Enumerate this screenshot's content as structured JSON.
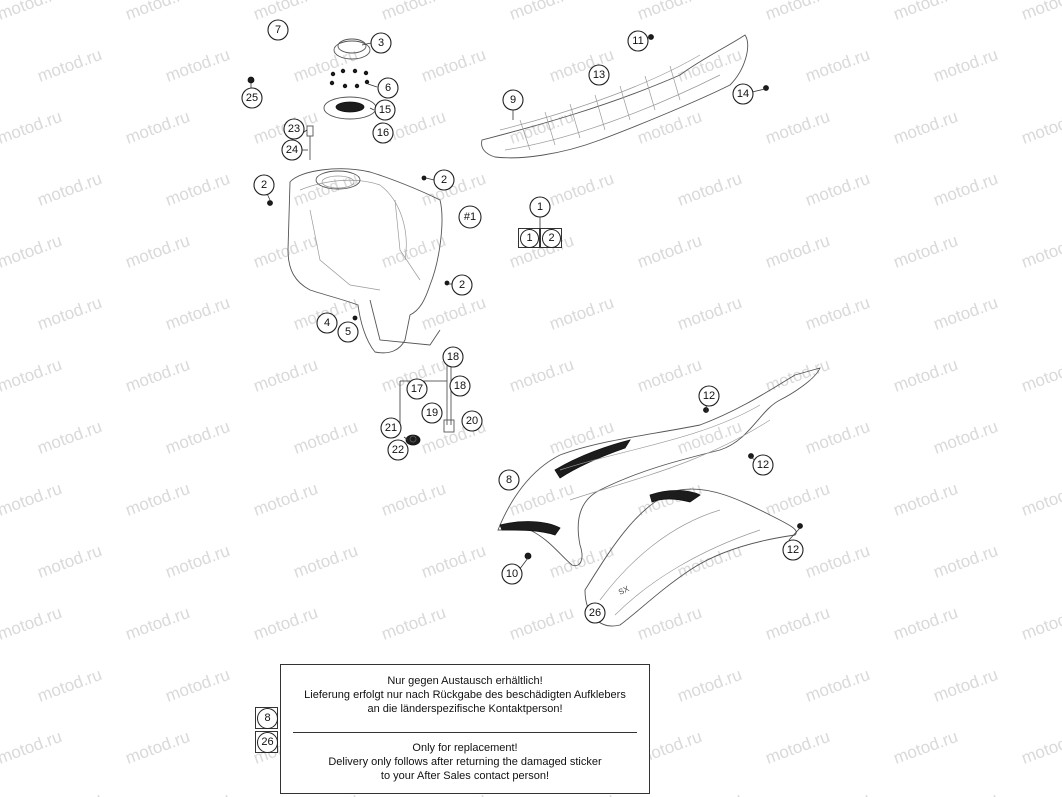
{
  "watermark": "motod.ru",
  "callouts": {
    "c1": "1",
    "c2a": "2",
    "c2b": "2",
    "c2c": "2",
    "c3": "3",
    "c4": "4",
    "c5": "5",
    "c6": "6",
    "c7": "7",
    "c8": "8",
    "c9": "9",
    "c10": "10",
    "c11": "11",
    "c12a": "12",
    "c12b": "12",
    "c12c": "12",
    "c13": "13",
    "c14": "14",
    "c15": "15",
    "c16": "16",
    "c17": "17",
    "c18a": "18",
    "c18b": "18",
    "c19": "19",
    "c20": "20",
    "c21": "21",
    "c22": "22",
    "c23": "23",
    "c24": "24",
    "c25": "25",
    "c26": "26",
    "chash1": "#1"
  },
  "set_refs": [
    "1",
    "2"
  ],
  "notice": {
    "refs": [
      "8",
      "26"
    ],
    "de_line1": "Nur gegen Austausch erhältlich!",
    "de_line2": "Lieferung erfolgt nur nach Rückgabe des beschädigten Aufklebers",
    "de_line3": "an die länderspezifische Kontaktperson!",
    "en_line1": "Only for replacement!",
    "en_line2": "Delivery only follows after returning the damaged sticker",
    "en_line3": "to your After Sales contact person!"
  }
}
